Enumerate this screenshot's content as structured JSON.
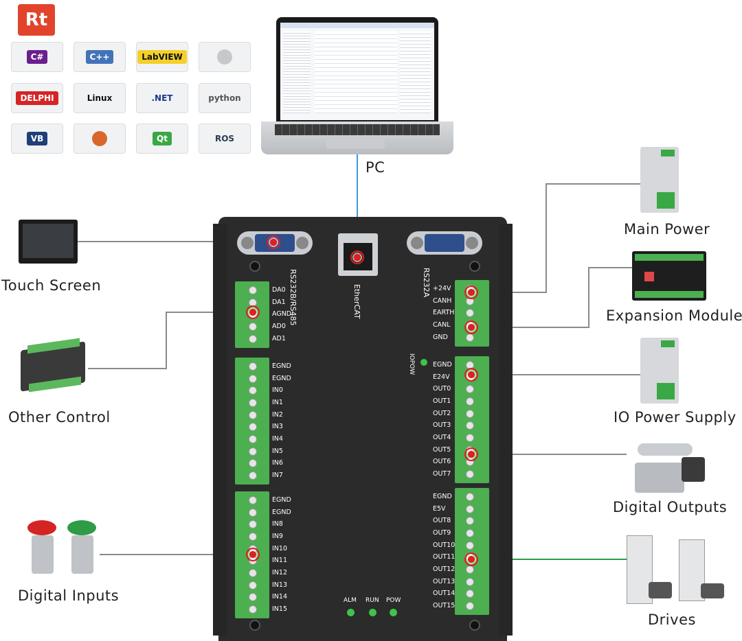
{
  "logo": {
    "text": "Rt"
  },
  "tiles": [
    {
      "name": "csharp-logo",
      "text": "C#",
      "fg": "#fff",
      "bg": "#6a1f8e"
    },
    {
      "name": "cpp-logo",
      "text": "C++",
      "fg": "#fff",
      "bg": "#4373b8"
    },
    {
      "name": "labview-logo",
      "text": "LabVIEW",
      "fg": "#111",
      "bg": "#f4d02b"
    },
    {
      "name": "apple-logo",
      "text": "",
      "fg": "#888",
      "bg": "#c8c8c8"
    },
    {
      "name": "delphi-logo",
      "text": "DELPHI",
      "fg": "#fff",
      "bg": "#d62424"
    },
    {
      "name": "linux-logo",
      "text": "Linux",
      "fg": "#111",
      "bg": "transparent"
    },
    {
      "name": "dotnet-logo",
      "text": ".NET",
      "fg": "#1a3a8c",
      "bg": "transparent"
    },
    {
      "name": "python-logo",
      "text": "python",
      "fg": "#555",
      "bg": "transparent"
    },
    {
      "name": "vb-logo",
      "text": "VB",
      "fg": "#fff",
      "bg": "#1f3e7a"
    },
    {
      "name": "matlab-logo",
      "text": "",
      "fg": "#fff",
      "bg": "#d9662a"
    },
    {
      "name": "qt-logo",
      "text": "Qt",
      "fg": "#fff",
      "bg": "#3aa845"
    },
    {
      "name": "ros-logo",
      "text": "ROS",
      "fg": "#2a3a55",
      "bg": "transparent"
    }
  ],
  "labels": {
    "pc": "PC",
    "touch_screen": "Touch Screen",
    "other_control": "Other Control",
    "digital_inputs": "Digital Inputs",
    "main_power": "Main Power",
    "expansion_module": "Expansion Module",
    "io_power_supply": "IO Power Supply",
    "digital_outputs": "Digital Outputs",
    "drives": "Drives"
  },
  "ports": {
    "rs232b": "RS232B/RS485",
    "ethercat": "EtherCAT",
    "rs232a": "RS232A",
    "iopow": "IOPOW"
  },
  "terminals": {
    "left_top": [
      "DA0",
      "DA1",
      "AGND",
      "AD0",
      "AD1"
    ],
    "left_mid": [
      "EGND",
      "EGND",
      "IN0",
      "IN1",
      "IN2",
      "IN3",
      "IN4",
      "IN5",
      "IN6",
      "IN7"
    ],
    "left_bot": [
      "EGND",
      "EGND",
      "IN8",
      "IN9",
      "IN10",
      "IN11",
      "IN12",
      "IN13",
      "IN14",
      "IN15"
    ],
    "right_top": [
      "+24V",
      "CANH",
      "EARTH",
      "CANL",
      "GND"
    ],
    "right_mid": [
      "EGND",
      "E24V",
      "OUT0",
      "OUT1",
      "OUT2",
      "OUT3",
      "OUT4",
      "OUT5",
      "OUT6",
      "OUT7"
    ],
    "right_bot": [
      "EGND",
      "E5V",
      "OUT8",
      "OUT9",
      "OUT10",
      "OUT11",
      "OUT12",
      "OUT13",
      "OUT14",
      "OUT15"
    ]
  },
  "leds": [
    "ALM",
    "RUN",
    "POW"
  ],
  "colors": {
    "board": "#2b2b2b",
    "terminal": "#4caf50",
    "wire": "#8a8a8a",
    "ethercat_wire": "#3a9bd8",
    "drives_wire": "#2e9b47",
    "marker": "#e02020"
  }
}
